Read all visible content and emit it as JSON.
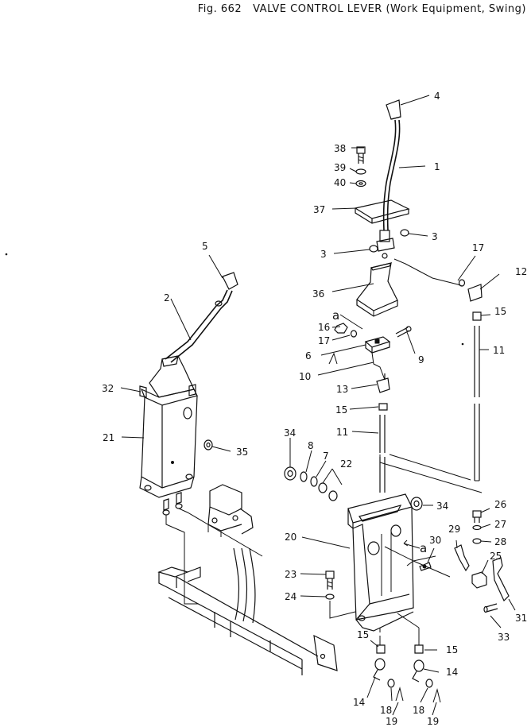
{
  "figure": {
    "number": "Fig. 662",
    "title": "VALVE CONTROL LEVER (Work Equipment, Swing)"
  },
  "callouts": [
    {
      "id": "c4",
      "text": "4"
    },
    {
      "id": "c38",
      "text": "38"
    },
    {
      "id": "c1",
      "text": "1"
    },
    {
      "id": "c39",
      "text": "39"
    },
    {
      "id": "c40",
      "text": "40"
    },
    {
      "id": "c37",
      "text": "37"
    },
    {
      "id": "c3a",
      "text": "3"
    },
    {
      "id": "c3b",
      "text": "3"
    },
    {
      "id": "c5",
      "text": "5"
    },
    {
      "id": "c17a",
      "text": "17"
    },
    {
      "id": "c12",
      "text": "12"
    },
    {
      "id": "c36",
      "text": "36"
    },
    {
      "id": "c15a",
      "text": "15"
    },
    {
      "id": "c2",
      "text": "2"
    },
    {
      "id": "ca1",
      "text": "a"
    },
    {
      "id": "c16",
      "text": "16"
    },
    {
      "id": "c11a",
      "text": "11"
    },
    {
      "id": "c17b",
      "text": "17"
    },
    {
      "id": "c9",
      "text": "9"
    },
    {
      "id": "c6",
      "text": "6"
    },
    {
      "id": "c10",
      "text": "10"
    },
    {
      "id": "c32",
      "text": "32"
    },
    {
      "id": "c13",
      "text": "13"
    },
    {
      "id": "c15b",
      "text": "15"
    },
    {
      "id": "c21",
      "text": "21"
    },
    {
      "id": "c11b",
      "text": "11"
    },
    {
      "id": "c34a",
      "text": "34"
    },
    {
      "id": "c35",
      "text": "35"
    },
    {
      "id": "c8",
      "text": "8"
    },
    {
      "id": "c7",
      "text": "7"
    },
    {
      "id": "c22",
      "text": "22"
    },
    {
      "id": "c34b",
      "text": "34"
    },
    {
      "id": "c26",
      "text": "26"
    },
    {
      "id": "c27",
      "text": "27"
    },
    {
      "id": "c29",
      "text": "29"
    },
    {
      "id": "c20",
      "text": "20"
    },
    {
      "id": "c30",
      "text": "30"
    },
    {
      "id": "ca2",
      "text": "a"
    },
    {
      "id": "c28",
      "text": "28"
    },
    {
      "id": "c25",
      "text": "25"
    },
    {
      "id": "c23",
      "text": "23"
    },
    {
      "id": "c24",
      "text": "24"
    },
    {
      "id": "c31",
      "text": "31"
    },
    {
      "id": "c33",
      "text": "33"
    },
    {
      "id": "c15c",
      "text": "15"
    },
    {
      "id": "c15d",
      "text": "15"
    },
    {
      "id": "c14a",
      "text": "14"
    },
    {
      "id": "c14b",
      "text": "14"
    },
    {
      "id": "c18a",
      "text": "18"
    },
    {
      "id": "c18b",
      "text": "18"
    },
    {
      "id": "c19a",
      "text": "19"
    },
    {
      "id": "c19b",
      "text": "19"
    }
  ]
}
